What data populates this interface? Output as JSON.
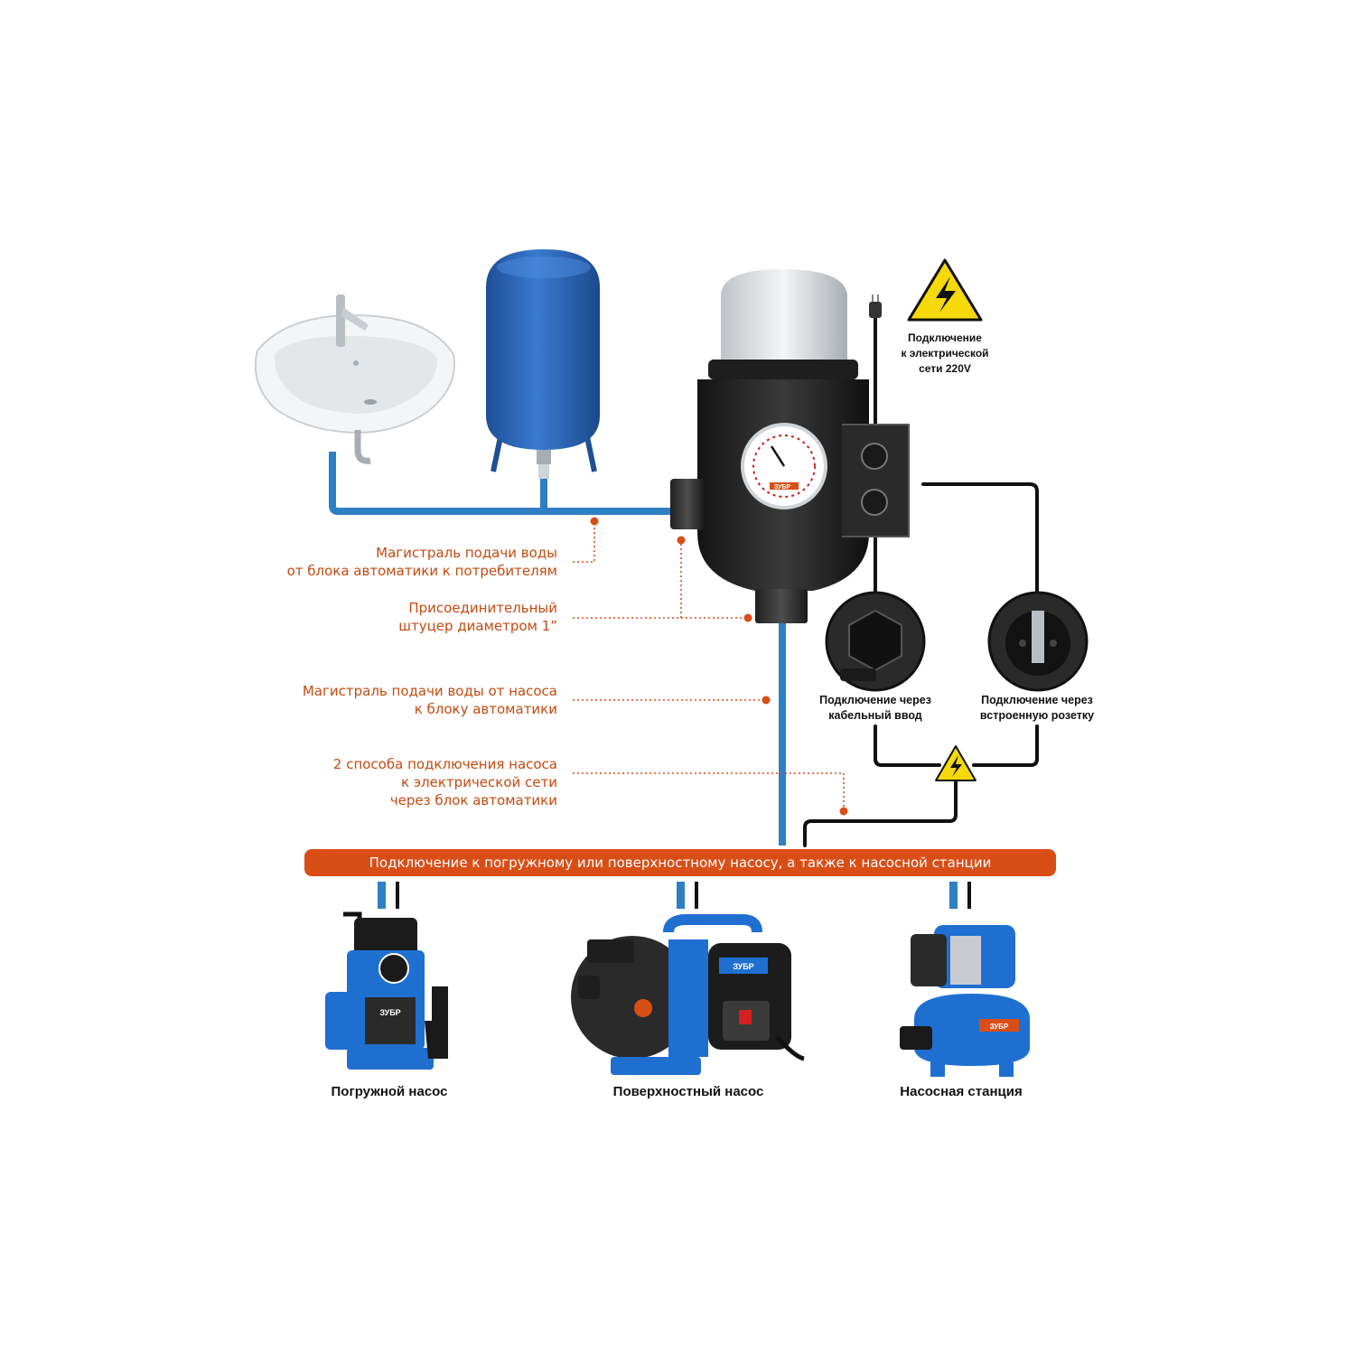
{
  "colors": {
    "accent": "#d94e17",
    "pipe": "#2f7fc4",
    "callout_text": "#c44a10",
    "cable": "#111111",
    "warning": "#f5d90a",
    "tank": "#2c66b5",
    "pump_blue": "#1f6fd1"
  },
  "icons": [
    "sink-icon",
    "expansion-tank-icon",
    "pressure-controller-icon",
    "pressure-gauge-icon",
    "plug-icon",
    "high-voltage-warning-icon",
    "cable-gland-icon",
    "socket-icon",
    "submersible-pump-icon",
    "surface-pump-icon",
    "pump-station-icon"
  ],
  "power": {
    "line1": "Подключение",
    "line2": "к электрической",
    "line3": "сети 220V"
  },
  "callouts": {
    "supply_main": [
      "Магистраль подачи воды",
      "от блока автоматики к потребителям"
    ],
    "fitting": [
      "Присоединительный",
      "штуцер диаметром 1”"
    ],
    "pump_main": [
      "Магистраль подачи воды от насоса",
      "к блоку автоматики"
    ],
    "methods": [
      "2 способа подключения насоса",
      "к электрической сети",
      "через блок автоматики"
    ]
  },
  "connections": {
    "cable_gland": [
      "Подключение через",
      "кабельный ввод"
    ],
    "socket": [
      "Подключение через",
      "встроенную розетку"
    ]
  },
  "banner": "Подключение к погружному или поверхностному насосу, а также к насосной станции",
  "pumps": {
    "submersible": "Погружной насос",
    "surface": "Поверхностный насос",
    "station": "Насосная станция"
  },
  "brand": "ЗУБР"
}
